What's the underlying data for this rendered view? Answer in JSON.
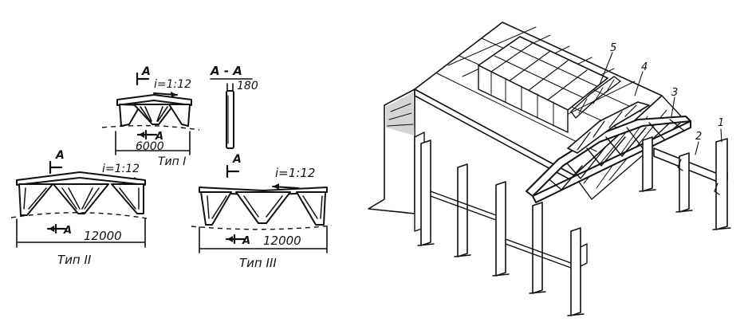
{
  "section_label": "A - A",
  "section_width": "180",
  "cut_marker": "A",
  "type1": {
    "slope": "i=1:12",
    "span": "6000",
    "caption": "Тип I"
  },
  "type2": {
    "slope": "i=1:12",
    "span": "12000",
    "caption": "Тип II"
  },
  "type3": {
    "slope": "i=1:12",
    "span": "12000",
    "caption": "Тип III"
  },
  "callouts": [
    "1",
    "2",
    "3",
    "4",
    "5"
  ]
}
